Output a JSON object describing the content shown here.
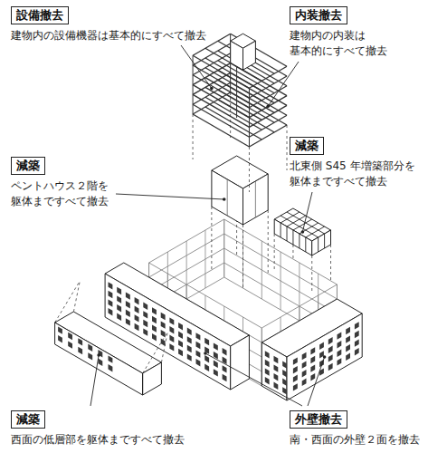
{
  "diagram": {
    "nodes": [
      {
        "text": [
          "設備撤去",
          "建物内の設備機器は基本的にすべて撤去"
        ]
      },
      {
        "text": [
          "内装撤去",
          "建物内の内装は 基本的にすべて撤去"
        ]
      },
      {
        "text": [
          "減築",
          "ペントハウス２階を 躯体まですべて撤去"
        ]
      },
      {
        "text": [
          "減築",
          "北東側 S45 年増築部分を 躯体まですべて撤去"
        ]
      },
      {
        "text": [
          "減築",
          "西面の低層部を躯体まですべて撤去"
        ]
      },
      {
        "text": [
          "外壁撤去",
          "南・西面の外壁２面を撤去"
        ]
      }
    ]
  }
}
